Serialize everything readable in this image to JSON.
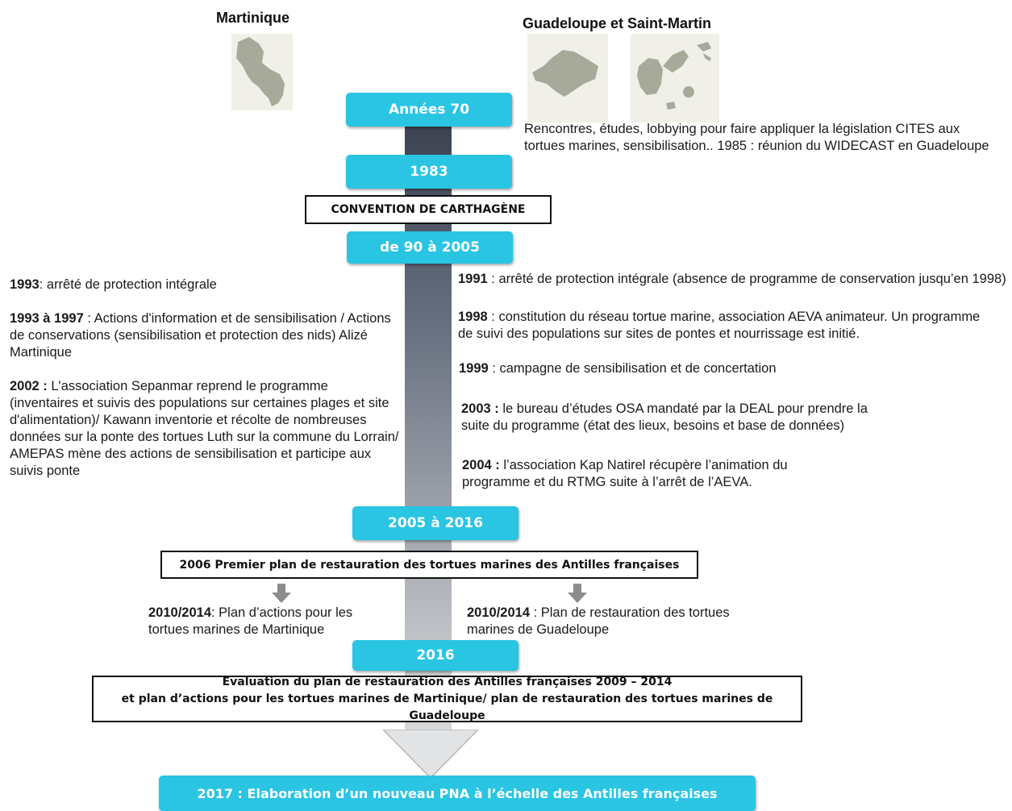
{
  "regions": {
    "martinique": "Martinique",
    "guadeloupe": "Guadeloupe et Saint-Martin"
  },
  "pills": {
    "p70": "Années 70",
    "p1983": "1983",
    "p90": "de 90 à 2005",
    "p2005": "2005  à 2016",
    "p2016": "2016",
    "p2017": "2017 : Elaboration d’un nouveau PNA à l’échelle des Antilles françaises"
  },
  "boxes": {
    "carthagene": "CONVENTION DE CARTHAGÈNE",
    "plan2006": "2006 Premier plan de restauration des tortues marines des Antilles françaises",
    "evaluation_line1": "Evaluation du plan de restauration des Antilles françaises 2009 – 2014",
    "evaluation_line2": "et plan d’actions pour les tortues marines de Martinique/ plan de restauration des tortues marines de Guadeloupe"
  },
  "guadeloupe_intro": "Rencontres, études, lobbying pour faire appliquer la législation CITES aux tortues marines, sensibilisation.. 1985  : réunion du WIDECAST en Guadeloupe",
  "left_events": [
    {
      "year": "1993",
      "text": ": arrêté de protection intégrale"
    },
    {
      "year": "1993 à 1997",
      "text": " : Actions d'information et de sensibilisation / Actions de conservations (sensibilisation et protection des nids) Alizé Martinique"
    },
    {
      "year": "2002 :",
      "text": " L'association Sepanmar reprend le programme (inventaires et suivis des populations sur certaines plages et site d'alimentation)/ Kawann inventorie et récolte de nombreuses données sur la ponte des tortues Luth sur la commune du Lorrain/ AMEPAS mène des actions de sensibilisation et participe aux suivis ponte"
    }
  ],
  "right_events": [
    {
      "year": "1991",
      "text": " : arrêté de protection intégrale (absence de programme de conservation jusqu’en 1998)"
    },
    {
      "year": "1998",
      "text": " : constitution du réseau tortue marine, association AEVA animateur. Un programme de suivi des populations sur sites de pontes et nourrissage est initié."
    },
    {
      "year": "1999",
      "text": " : campagne de sensibilisation et de concertation"
    },
    {
      "year": "2003 :",
      "text": " le bureau d’études OSA mandaté par la DEAL pour prendre la suite du programme (état des lieux, besoins et base de données)"
    },
    {
      "year": "2004 :",
      "text": " l’association Kap Natirel récupère l’animation du programme et du RTMG suite à l’arrêt de l’AEVA."
    }
  ],
  "plans_2010": {
    "left_year": "2010/2014",
    "left_text": ": Plan d’actions pour les tortues marines de Martinique",
    "right_year": "2010/2014",
    "right_text": " : Plan de restauration des tortues marines de Guadeloupe"
  },
  "colors": {
    "pill": "#29c5e3",
    "map_fill": "#a7a99a",
    "map_bg": "#f1f0e8"
  }
}
